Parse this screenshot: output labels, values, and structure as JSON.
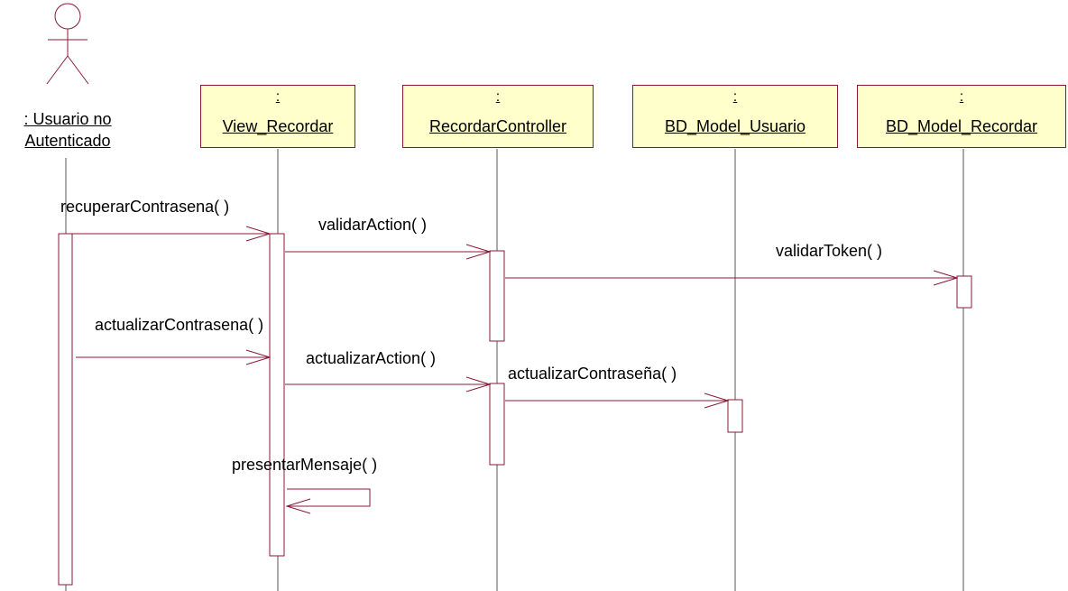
{
  "actor": {
    "line1": ": Usuario no",
    "line2": "Autenticado"
  },
  "objects": [
    {
      "colon": ":",
      "name": "View_Recordar"
    },
    {
      "colon": ":",
      "name": "RecordarController"
    },
    {
      "colon": ":",
      "name": "BD_Model_Usuario"
    },
    {
      "colon": ":",
      "name": "BD_Model_Recordar"
    }
  ],
  "messages": [
    "recuperarContrasena( )",
    "validarAction( )",
    "validarToken( )",
    "actualizarContrasena( )",
    "actualizarAction( )",
    "actualizarContraseña( )",
    "presentarMensaje( )"
  ],
  "colors": {
    "line": "#8b1a3a",
    "box_fill": "#ffffcc",
    "lifeline": "#555555"
  }
}
